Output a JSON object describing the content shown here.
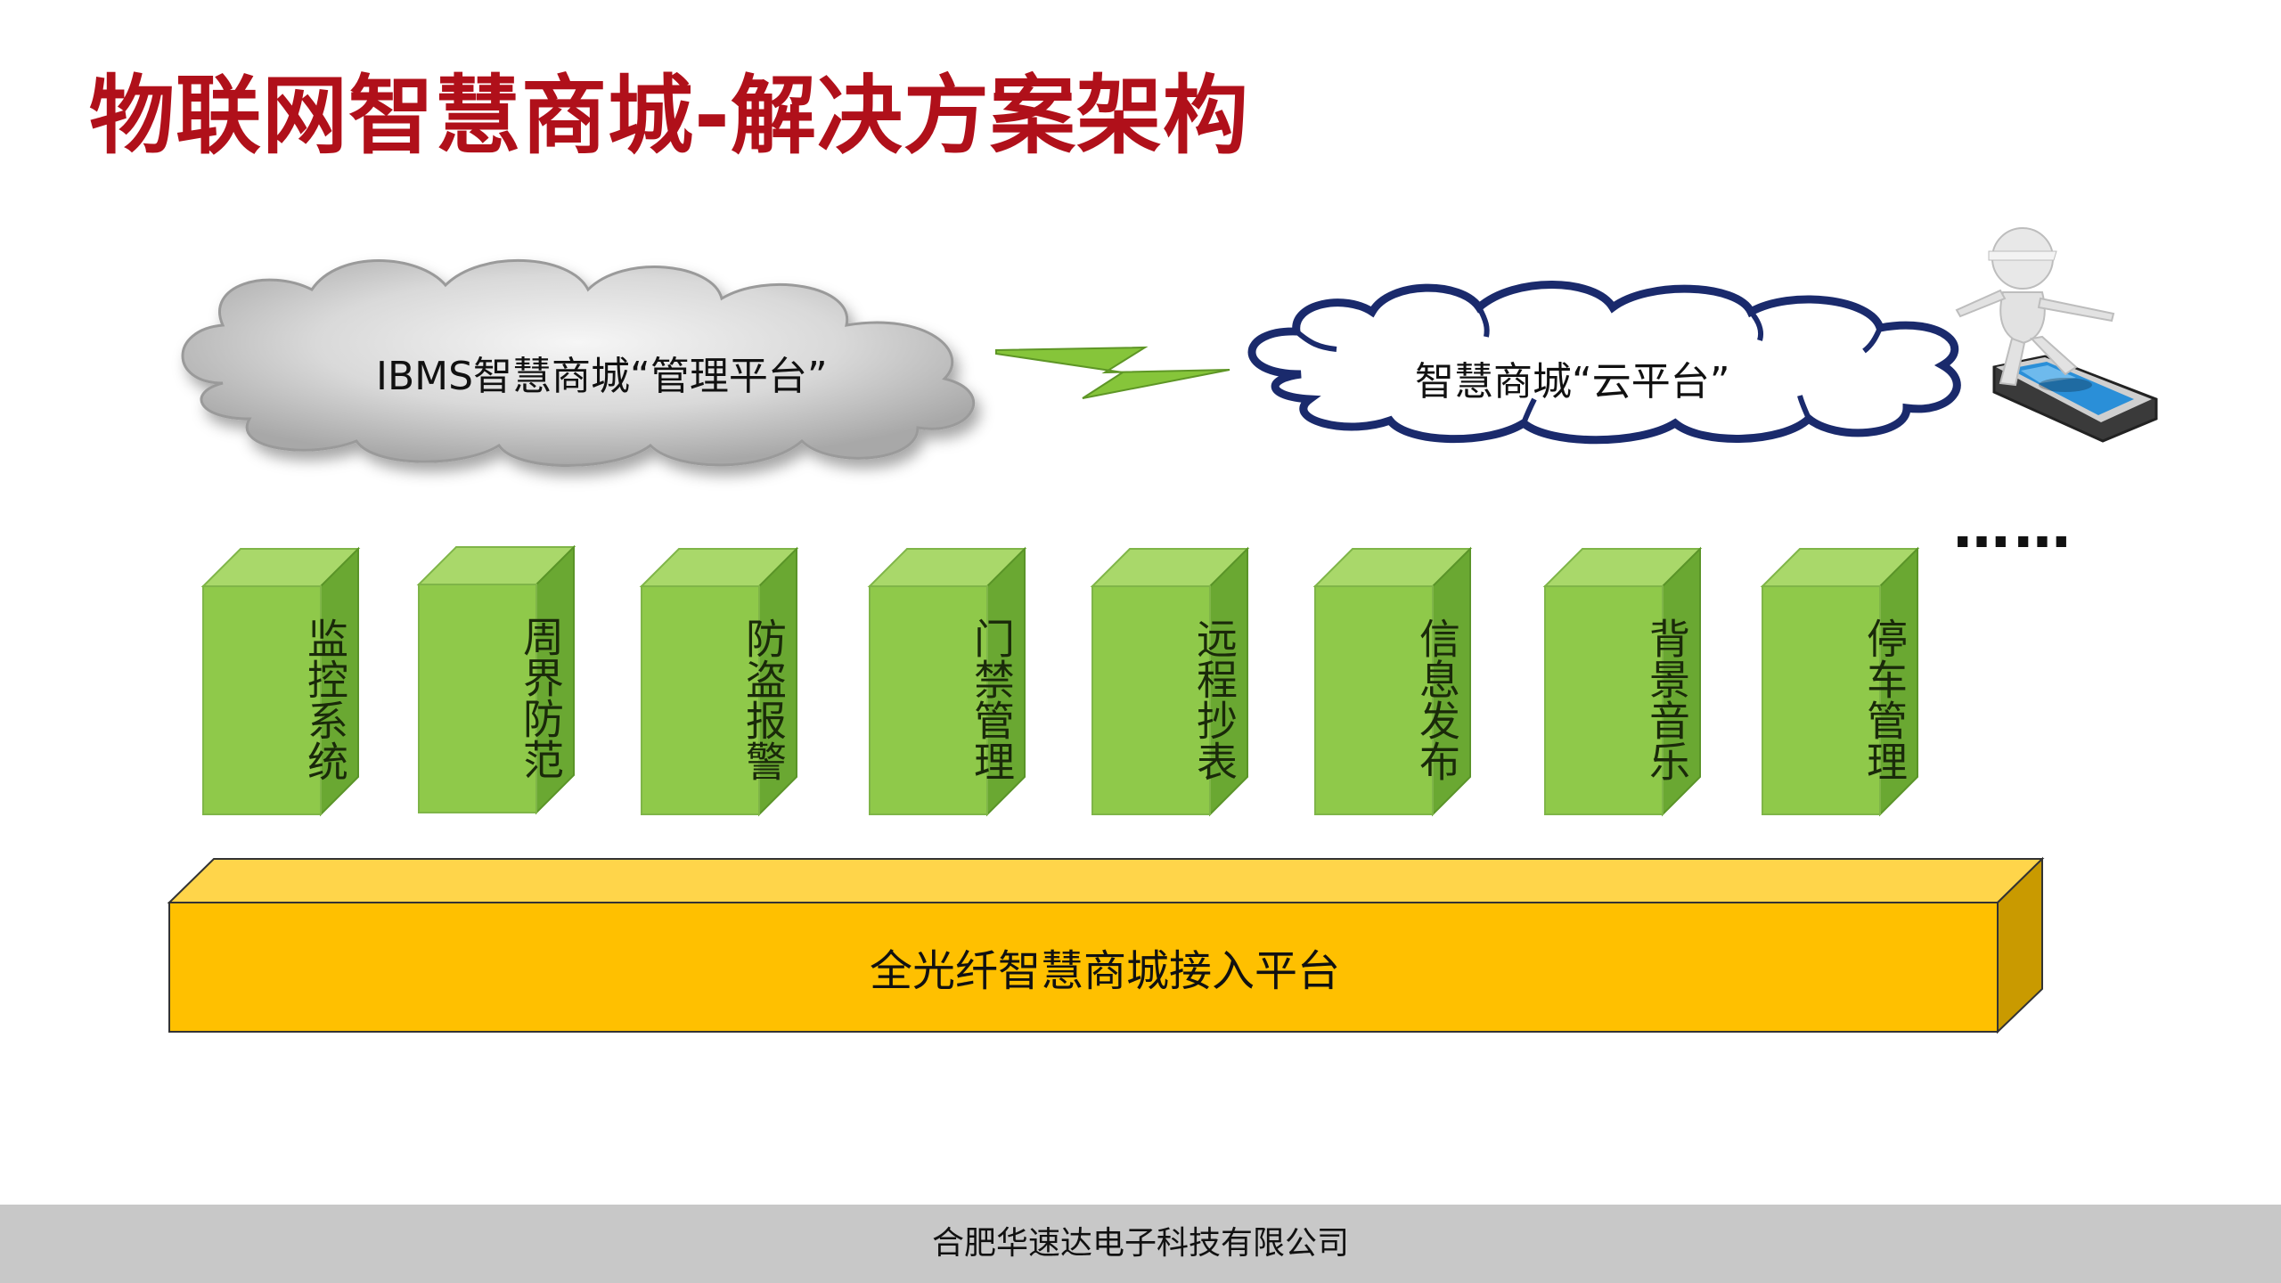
{
  "title": "物联网智慧商城-解决方案架构",
  "clouds": {
    "left_label": "IBMS智慧商城“管理平台”",
    "right_label": "智慧商城“云平台”"
  },
  "more_indicator": "……",
  "subsystems": [
    {
      "label": "监控系统"
    },
    {
      "label": "周界防范"
    },
    {
      "label": "防盗报警"
    },
    {
      "label": "门禁管理"
    },
    {
      "label": "远程抄表"
    },
    {
      "label": "信息发布"
    },
    {
      "label": "背景音乐"
    },
    {
      "label": "停车管理"
    }
  ],
  "platform_label": "全光纤智慧商城接入平台",
  "footer": "合肥华速达电子科技有限公司",
  "colors": {
    "title": "#b0101a",
    "block_front": "#8fc94a",
    "block_top": "#a9d86a",
    "block_side": "#6aa832",
    "platform_front": "#ffc000",
    "platform_top": "#ffd54a",
    "platform_side": "#c99a00",
    "cloud_left": "#d4d4d4",
    "cloud_right_border": "#1a2a6c",
    "lightning": "#86c53a",
    "footer_bg": "#c8c8c8"
  }
}
